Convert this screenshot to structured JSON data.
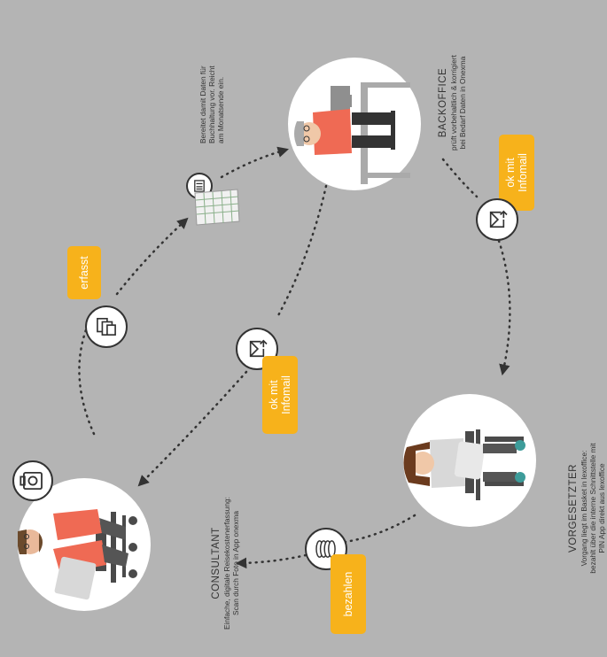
{
  "consultant": {
    "role": "CONSULTANT",
    "description_line1": "Einfache, digitale Reisekostenerfassung:",
    "description_line2": "Scan durch Foto in App onexma"
  },
  "backoffice": {
    "role": "BACKOFFICE",
    "description_line1": "prüft vorbehaltlich & korrigiert",
    "description_line2": "bei Bedarf Daten in Onexma"
  },
  "vorgesetzter": {
    "role": "VORGESETZTER",
    "description_line1": "Vorgang liegt im Basket in lexoffice:",
    "description_line2": "bezahlt über die interne Schnittstelle mit",
    "description_line3": "PIN App direkt aus lexoffice"
  },
  "accounting_note": {
    "line1": "Bereitet damit Daten für",
    "line2": "Buchhaltung vor. Reicht",
    "line3": "am Monatsende ein."
  },
  "tags": {
    "erfasst": "erfasst",
    "ok_infomail_center_line1": "ok mit",
    "ok_infomail_center_line2": "Infomail",
    "ok_infomail_right_line1": "ok mit",
    "ok_infomail_right_line2": "Infomail",
    "bezahlen": "bezahlen"
  },
  "icons": [
    "camera-icon",
    "documents-icon",
    "calculator-sheet-icon",
    "mail-icon",
    "coins-icon"
  ],
  "colors": {
    "background": "#b4b4b4",
    "tag": "#f7b21b",
    "circle": "#ffffff",
    "arrow": "#333333",
    "shirt": "#ef6a54",
    "chair": "#4a4a4a",
    "teal": "#3d9c9a"
  }
}
